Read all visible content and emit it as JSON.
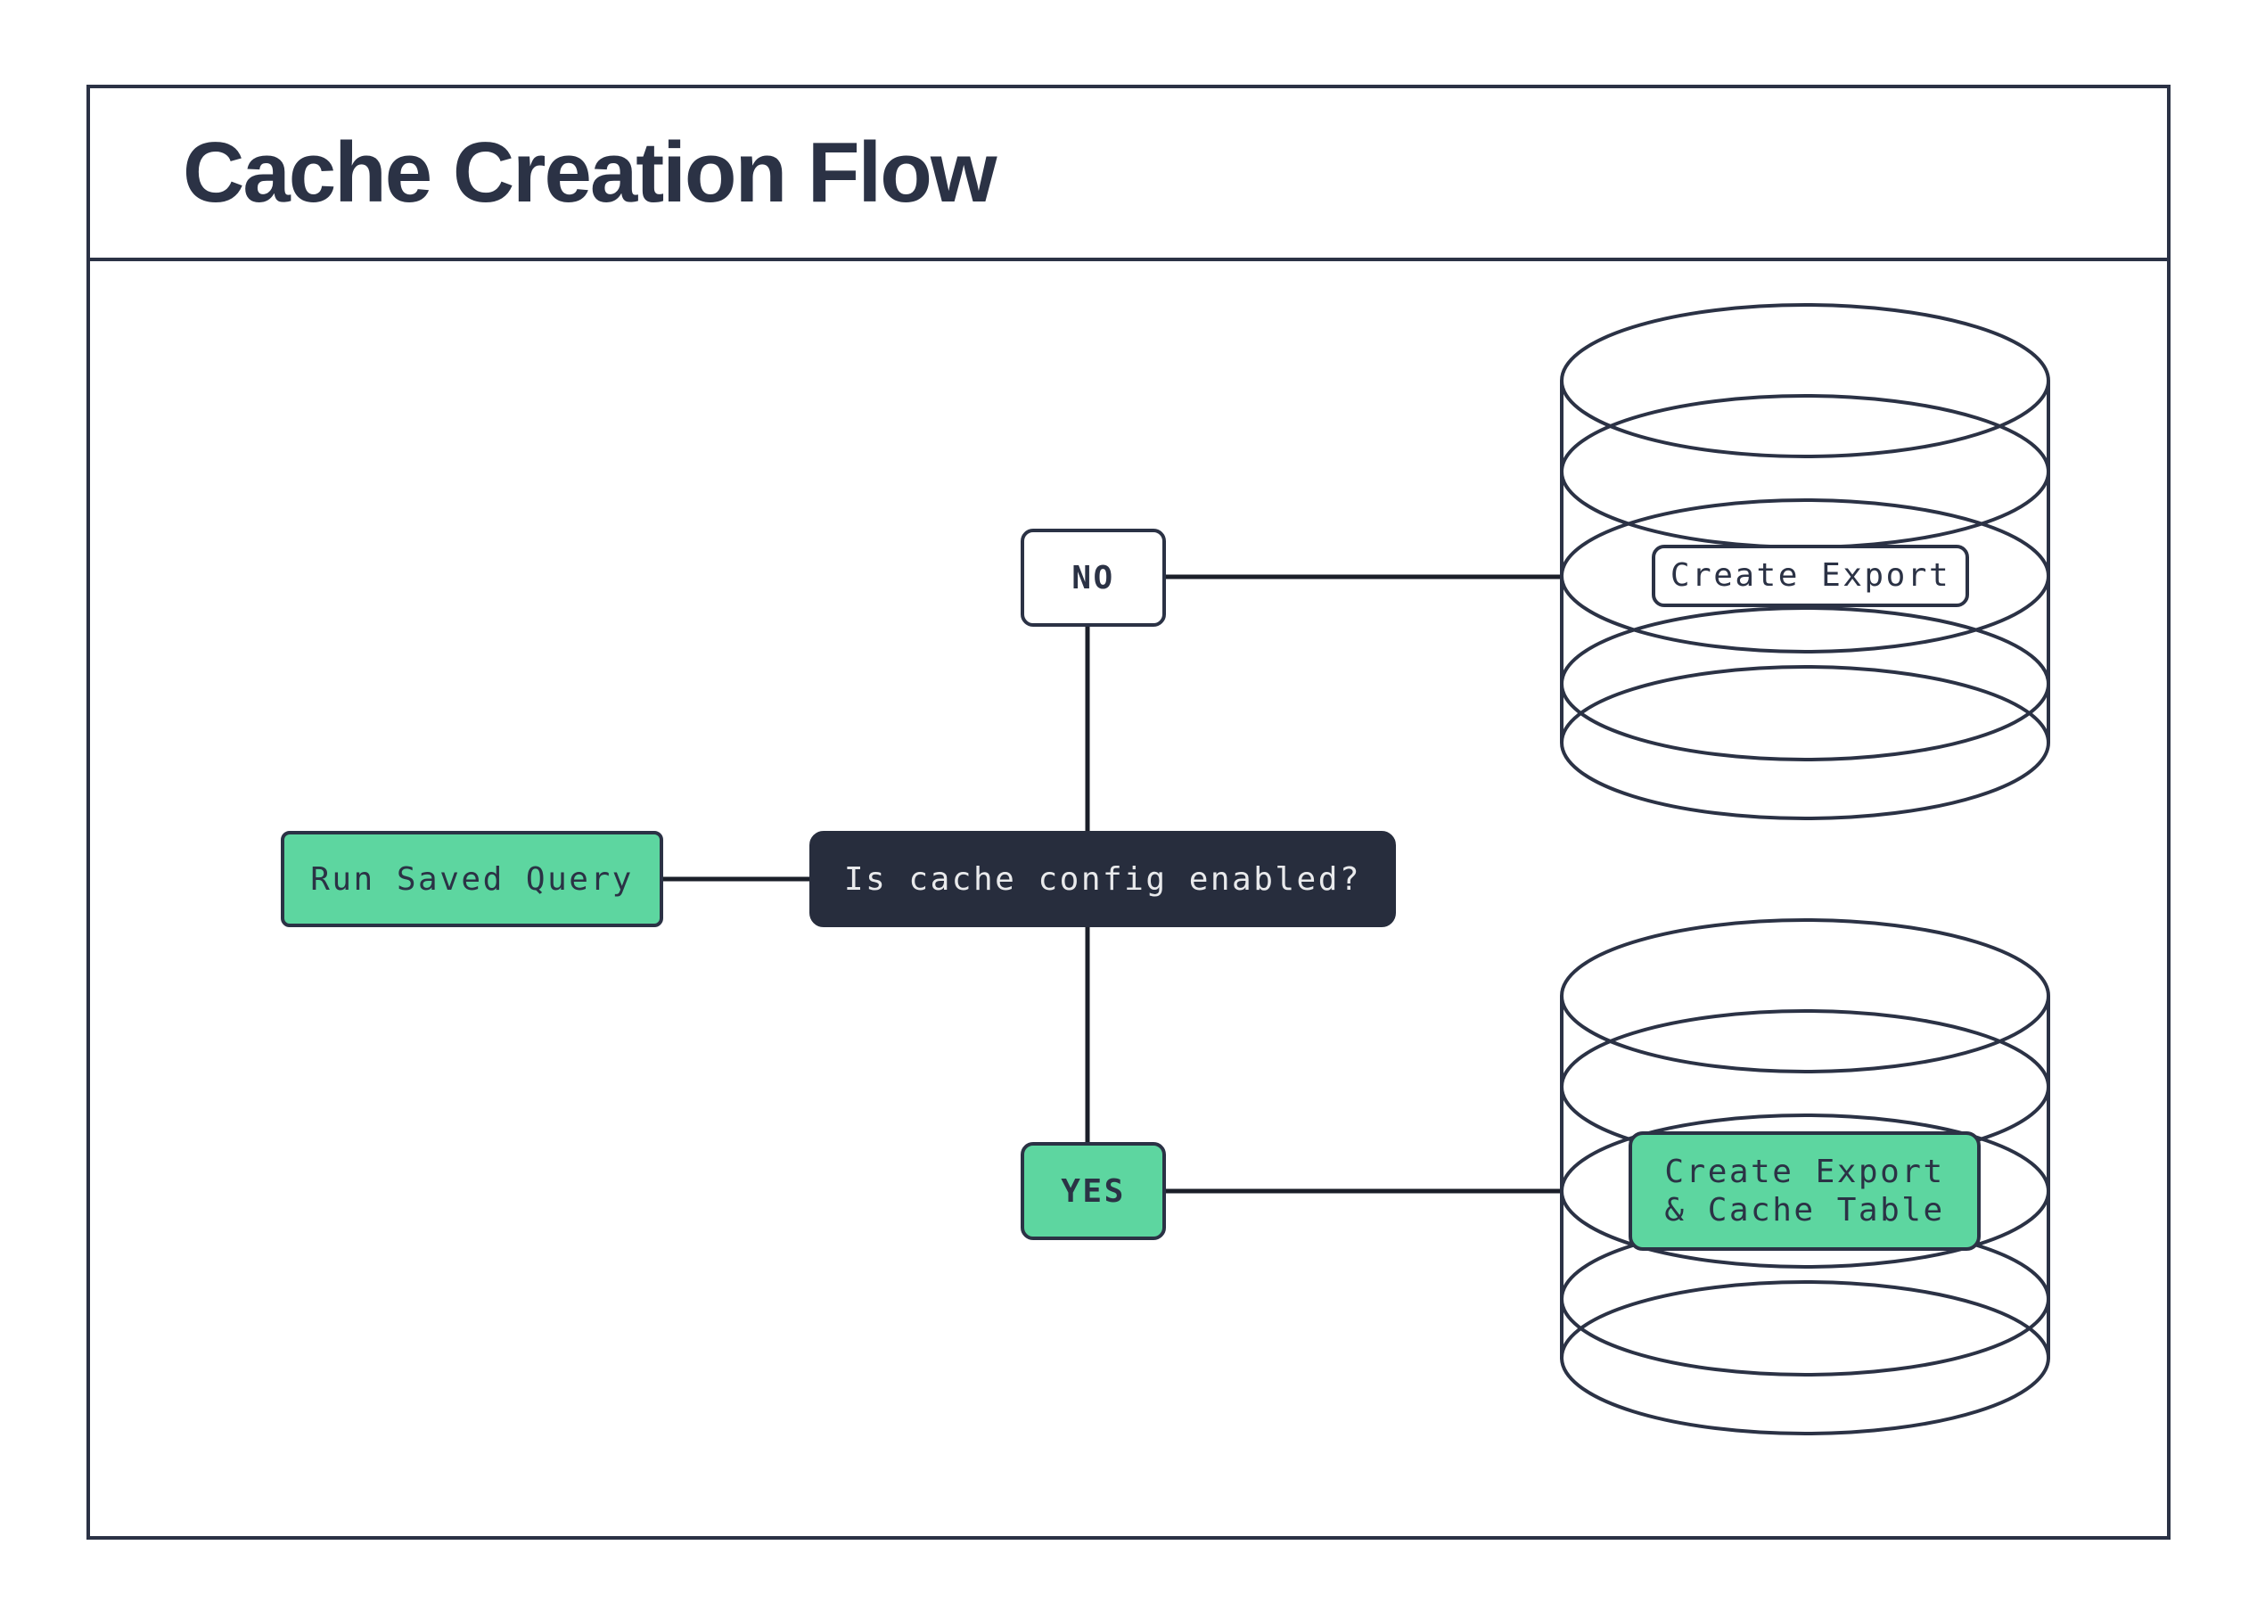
{
  "title": "Cache Creation Flow",
  "palette": {
    "ink": "#2b3245",
    "connector": "#1b1f29",
    "green": "#5dd6a0",
    "dark_node_fill": "#272d3d",
    "light_text": "#e9eaec",
    "background": "#ffffff"
  },
  "flow": {
    "start": {
      "label": "Run Saved Query"
    },
    "decision": {
      "label": "Is cache config enabled?"
    },
    "branches": {
      "no": {
        "label": "NO",
        "result": {
          "label": "Create Export"
        }
      },
      "yes": {
        "label": "YES",
        "result": {
          "line1": "Create Export",
          "line2": "& Cache Table"
        }
      }
    }
  }
}
